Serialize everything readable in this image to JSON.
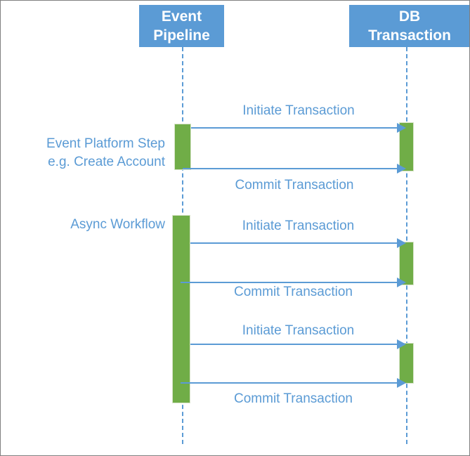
{
  "diagram": {
    "type": "sequence-diagram",
    "colors": {
      "participant_fill": "#5B9BD5",
      "participant_text": "#FFFFFF",
      "activation_fill": "#70AD47",
      "arrow": "#5B9BD5",
      "label_text": "#5B9BD5",
      "background": "#FFFFFF",
      "border": "#808080"
    },
    "participants": [
      {
        "id": "event-pipeline",
        "line1": "Event",
        "line2": "Pipeline"
      },
      {
        "id": "db-transaction",
        "line1": "DB",
        "line2": "Transaction"
      }
    ],
    "side_labels": [
      {
        "id": "event-platform-step",
        "line1": "Event Platform Step",
        "line2": "e.g. Create Account"
      },
      {
        "id": "async-workflow",
        "line1": "Async Workflow",
        "line2": ""
      }
    ],
    "messages": [
      {
        "id": "msg-1",
        "label": "Initiate Transaction",
        "direction": "right",
        "from": "event-pipeline",
        "to": "db-transaction"
      },
      {
        "id": "msg-2",
        "label": "Commit Transaction",
        "direction": "right",
        "from": "event-pipeline",
        "to": "db-transaction"
      },
      {
        "id": "msg-3",
        "label": "Initiate Transaction",
        "direction": "right",
        "from": "event-pipeline",
        "to": "db-transaction"
      },
      {
        "id": "msg-4",
        "label": "Commit Transaction",
        "direction": "right",
        "from": "event-pipeline",
        "to": "db-transaction"
      },
      {
        "id": "msg-5",
        "label": "Initiate Transaction",
        "direction": "right",
        "from": "event-pipeline",
        "to": "db-transaction"
      },
      {
        "id": "msg-6",
        "label": "Commit Transaction",
        "direction": "right",
        "from": "event-pipeline",
        "to": "db-transaction"
      }
    ],
    "activations": [
      {
        "id": "activation-ep-1",
        "lifeline": "event-pipeline"
      },
      {
        "id": "activation-ep-2",
        "lifeline": "event-pipeline"
      },
      {
        "id": "activation-db-1",
        "lifeline": "db-transaction"
      },
      {
        "id": "activation-db-2",
        "lifeline": "db-transaction"
      },
      {
        "id": "activation-db-3",
        "lifeline": "db-transaction"
      }
    ]
  }
}
